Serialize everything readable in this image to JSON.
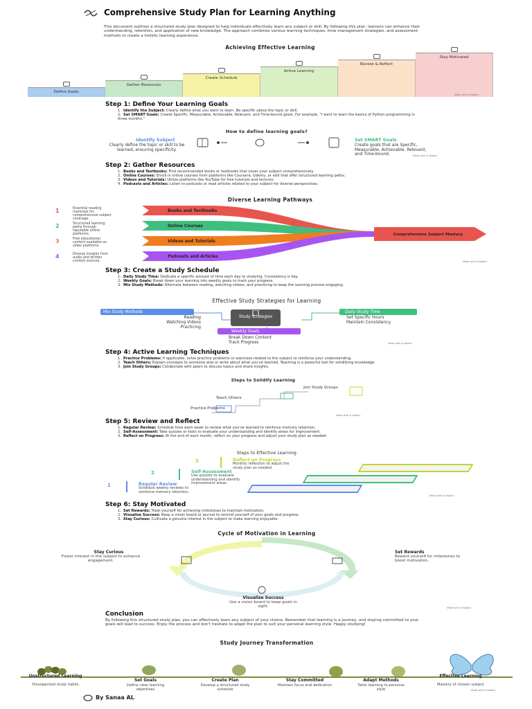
{
  "header": {
    "title": "Comprehensive Study Plan for Learning Anything",
    "intro": "This document outlines a structured study plan designed to help individuals effectively learn any subject or skill. By following this plan, learners can enhance their understanding, retention, and application of new knowledge. The approach combines various learning techniques, time management strategies, and assessment methods to create a holistic learning experience."
  },
  "made_with": "Made with ⊛ Napkin",
  "diagram1": {
    "title": "Achieving Effective Learning",
    "steps": [
      {
        "label": "Define Goals",
        "color": "#aacdf0"
      },
      {
        "label": "Gather Resources",
        "color": "#c6e8c8"
      },
      {
        "label": "Create Schedule",
        "color": "#f5f2a6"
      },
      {
        "label": "Active Learning",
        "color": "#d9f0c4"
      },
      {
        "label": "Review & Reflect",
        "color": "#fbe1c8"
      },
      {
        "label": "Stay Motivated",
        "color": "#f8cfcf"
      }
    ]
  },
  "step1": {
    "heading": "Step 1: Define Your Learning Goals",
    "items": [
      {
        "num": "1.",
        "bold": "Identify the Subject:",
        "text": " Clearly define what you want to learn. Be specific about the topic or skill."
      },
      {
        "num": "2.",
        "bold": "Set SMART Goals:",
        "text": " Create Specific, Measurable, Achievable, Relevant, and Time-bound goals. For example, \"I want to learn the basics of Python programming in three months.\""
      }
    ]
  },
  "diagram2": {
    "title": "How to define learning goals?",
    "left_title": "Identify Subject",
    "left_text": "Clearly define the topic or skill to be learned, ensuring specificity.",
    "right_title": "Set SMART Goals",
    "right_text": "Create goals that are Specific, Measurable, Achievable, Relevant, and Time-bound."
  },
  "step2": {
    "heading": "Step 2: Gather Resources",
    "items": [
      {
        "num": "1.",
        "bold": "Books and Textbooks:",
        "text": " Find recommended books or textbooks that cover your subject comprehensively."
      },
      {
        "num": "2.",
        "bold": "Online Courses:",
        "text": " Enroll in online courses from platforms like Coursera, Udemy, or edX that offer structured learning paths."
      },
      {
        "num": "3.",
        "bold": "Videos and Tutorials:",
        "text": " Utilize platforms like YouTube for free tutorials and lectures."
      },
      {
        "num": "4.",
        "bold": "Podcasts and Articles:",
        "text": " Listen to podcasts or read articles related to your subject for diverse perspectives."
      }
    ]
  },
  "diagram3": {
    "title": "Diverse Learning Pathways",
    "target": "Comprehensive Subject Mastery",
    "paths": [
      {
        "num": "1",
        "label": "Books and Textbooks",
        "desc": "Essential reading materials for comprehensive subject coverage.",
        "color": "#e8554e"
      },
      {
        "num": "2",
        "label": "Online Courses",
        "desc": "Structured learning paths through reputable online platforms.",
        "color": "#3fbf7f"
      },
      {
        "num": "3",
        "label": "Videos and Tutorials",
        "desc": "Free educational content available on video platforms.",
        "color": "#f07d1e"
      },
      {
        "num": "4",
        "label": "Podcasts and Articles",
        "desc": "Diverse insights from audio and written content sources.",
        "color": "#a855f0"
      }
    ]
  },
  "step3": {
    "heading": "Step 3: Create a Study Schedule",
    "items": [
      {
        "num": "1.",
        "bold": "Daily Study Time:",
        "text": " Dedicate a specific amount of time each day to studying. Consistency is key."
      },
      {
        "num": "2.",
        "bold": "Weekly Goals:",
        "text": " Break down your learning into weekly goals to track your progress."
      },
      {
        "num": "3.",
        "bold": "Mix Study Methods:",
        "text": " Alternate between reading, watching videos, and practicing to keep the learning process engaging."
      }
    ]
  },
  "diagram4": {
    "title": "Effective Study Strategies for Learning",
    "center": "Study Strategies",
    "left_title": "Mix Study Methods",
    "left_items": [
      "Reading",
      "Watching Videos",
      "Practicing"
    ],
    "right_title": "Daily Study Time",
    "right_items": [
      "Set Specific Hours",
      "Maintain Consistency"
    ],
    "bottom_title": "Weekly Goals",
    "bottom_items": [
      "Break Down Content",
      "Track Progress"
    ],
    "colors": {
      "left": "#5b8de8",
      "right": "#3fbf7f",
      "bottom": "#a855f0",
      "center": "#555555"
    }
  },
  "step4": {
    "heading": "Step 4: Active Learning Techniques",
    "items": [
      {
        "num": "1.",
        "bold": "Practice Problems:",
        "text": " If applicable, solve practice problems or exercises related to the subject to reinforce your understanding."
      },
      {
        "num": "2.",
        "bold": "Teach Others:",
        "text": " Explain concepts to someone else or write about what you've learned. Teaching is a powerful tool for solidifying knowledge."
      },
      {
        "num": "3.",
        "bold": "Join Study Groups:",
        "text": " Collaborate with peers to discuss topics and share insights."
      }
    ]
  },
  "diagram5": {
    "title": "Steps to Solidify Learning",
    "steps": [
      "Practice Problems",
      "Teach Others",
      "Join Study Groups"
    ]
  },
  "step5": {
    "heading": "Step 5: Review and Reflect",
    "items": [
      {
        "num": "1.",
        "bold": "Regular Review:",
        "text": " Schedule time each week to review what you've learned to reinforce memory retention."
      },
      {
        "num": "2.",
        "bold": "Self-Assessment:",
        "text": " Take quizzes or tests to evaluate your understanding and identify areas for improvement."
      },
      {
        "num": "3.",
        "bold": "Reflect on Progress:",
        "text": " At the end of each month, reflect on your progress and adjust your study plan as needed."
      }
    ]
  },
  "diagram6": {
    "title": "Steps to Effective Learning",
    "steps": [
      {
        "num": "1",
        "label": "Regular Review",
        "desc": "Schedule weekly reviews to reinforce memory retention.",
        "color": "#5b8de8"
      },
      {
        "num": "2",
        "label": "Self-Assessment",
        "desc": "Use quizzes to evaluate understanding and identify improvement areas.",
        "color": "#3fbf7f"
      },
      {
        "num": "3",
        "label": "Reflect on Progress",
        "desc": "Monthly reflection to adjust the study plan as needed.",
        "color": "#c2d62a"
      }
    ]
  },
  "step6": {
    "heading": "Step 6: Stay Motivated",
    "items": [
      {
        "num": "1.",
        "bold": "Set Rewards:",
        "text": " Treat yourself for achieving milestones to maintain motivation."
      },
      {
        "num": "2.",
        "bold": "Visualize Success:",
        "text": " Keep a vision board or journal to remind yourself of your goals and progress."
      },
      {
        "num": "3.",
        "bold": "Stay Curious:",
        "text": " Cultivate a genuine interest in the subject to make learning enjoyable."
      }
    ]
  },
  "diagram7": {
    "title": "Cycle of Motivation in Learning",
    "left_title": "Stay Curious",
    "left_text": "Foster interest in the subject to enhance engagement.",
    "right_title": "Set Rewards",
    "right_text": "Reward yourself for milestones to boost motivation.",
    "bottom_title": "Visualize Success",
    "bottom_text": "Use a vision board to keep goals in sight."
  },
  "conclusion": {
    "heading": "Conclusion",
    "text": "By following this structured study plan, you can effectively learn any subject of your choice. Remember that learning is a journey, and staying committed to your goals will lead to success. Enjoy the process and don't hesitate to adapt the plan to suit your personal learning style. Happy studying!"
  },
  "diagram8": {
    "title": "Study Journey Transformation",
    "stages": [
      {
        "label": "Unstructured Learning",
        "desc": "Disorganized study habits"
      },
      {
        "label": "Set Goals",
        "desc": "Define clear learning objectives"
      },
      {
        "label": "Create Plan",
        "desc": "Develop a structured study schedule"
      },
      {
        "label": "Stay Committed",
        "desc": "Maintain focus and dedication"
      },
      {
        "label": "Adapt Methods",
        "desc": "Tailor learning to personal style"
      },
      {
        "label": "Effective Learning",
        "desc": "Mastery of chosen subject"
      }
    ]
  },
  "footer": {
    "author": "By Sanaa AL"
  }
}
